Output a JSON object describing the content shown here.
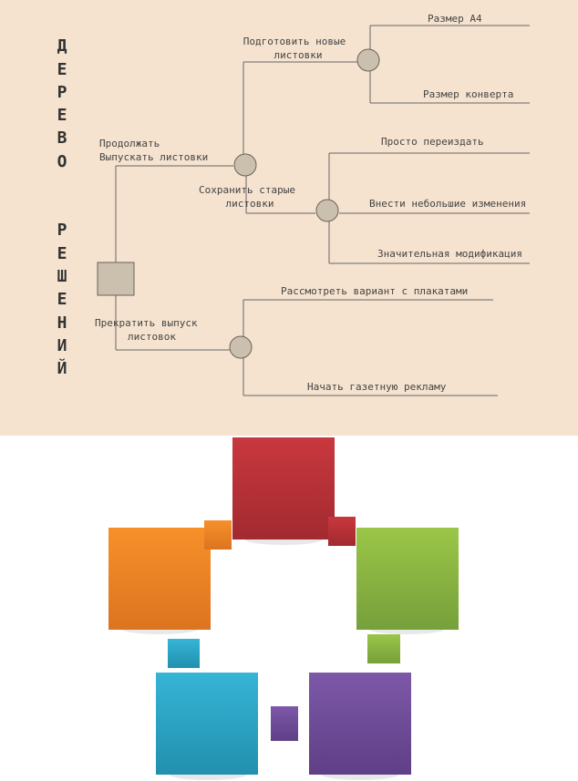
{
  "title_vertical": [
    "Д",
    "Е",
    "Р",
    "Е",
    "В",
    "О",
    "",
    "Р",
    "Е",
    "Ш",
    "Е",
    "Н",
    "И",
    "Й"
  ],
  "branches": {
    "continue_label_1": "Продолжать",
    "continue_label_2": "Выпускать листовки",
    "new_label_1": "Подготовить новые",
    "new_label_2": "листовки",
    "new_opt_a4": "Размер А4",
    "new_opt_envelope": "Размер конверта",
    "old_label_1": "Сохранить старые",
    "old_label_2": "листовки",
    "old_opt_reissue": "Просто переиздать",
    "old_opt_small": "Внести небольшие изменения",
    "old_opt_major": "Значительная модификация",
    "stop_label_1": "Прекратить выпуск",
    "stop_label_2": "листовок",
    "stop_opt_posters": "Рассмотреть вариант с плакатами",
    "stop_opt_newspaper": "Начать газетную рекламу"
  },
  "colors": {
    "panel_bg": "#f5e3cf",
    "red": "#b8343a",
    "orange": "#ef8424",
    "green": "#8bb443",
    "blue": "#2ea6c6",
    "purple": "#6e4b97"
  }
}
